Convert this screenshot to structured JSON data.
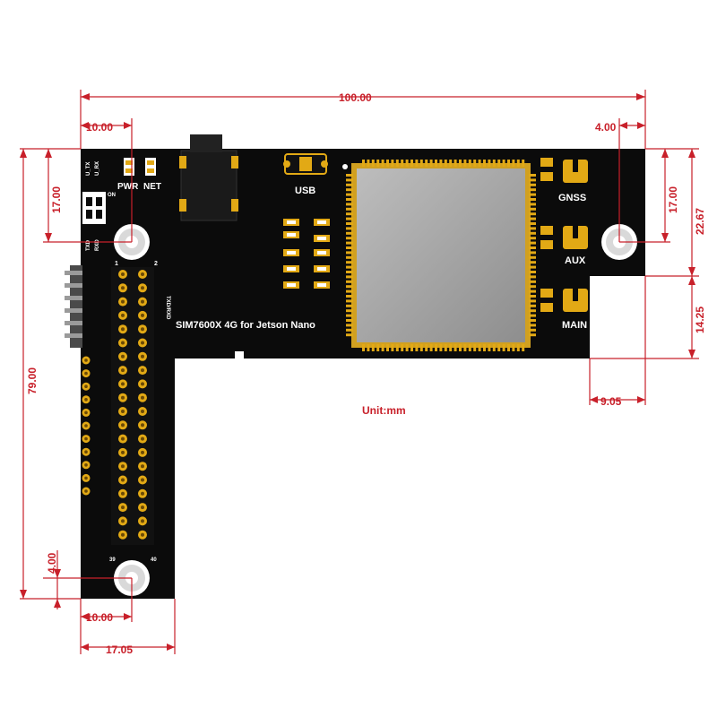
{
  "board": {
    "title": "SIM7600X 4G for Jetson Nano",
    "connector_labels": {
      "usb": "USB",
      "gnss": "GNSS",
      "aux": "AUX",
      "main": "MAIN",
      "pwr": "PWR",
      "net": "NET",
      "u_tx": "U_TX",
      "u_rx": "U_RX",
      "on": "ON",
      "txd": "TXD",
      "rxd": "RXD",
      "txd_rxd": "TXD/RXD",
      "pin1": "1",
      "pin2": "2",
      "pin39": "39",
      "pin40": "40"
    },
    "colors": {
      "pcb": "#0b0b0b",
      "gold": "#e2a915",
      "module": "#a3a3a3",
      "dimension": "#c8202a"
    }
  },
  "dimensions": {
    "overall_width": "100.00",
    "left_hole_offset": "10.00",
    "right_hole_offset": "4.00",
    "left_top_height": "17.00",
    "right_top_height": "17.00",
    "right_step_height": "22.67",
    "overall_height": "79.00",
    "notch_height": "14.25",
    "notch_width": "9.05",
    "bottom_hole_offset": "4.00",
    "bottom_hole_x": "10.00",
    "leg_width": "17.05"
  },
  "unit_label": "Unit:mm"
}
